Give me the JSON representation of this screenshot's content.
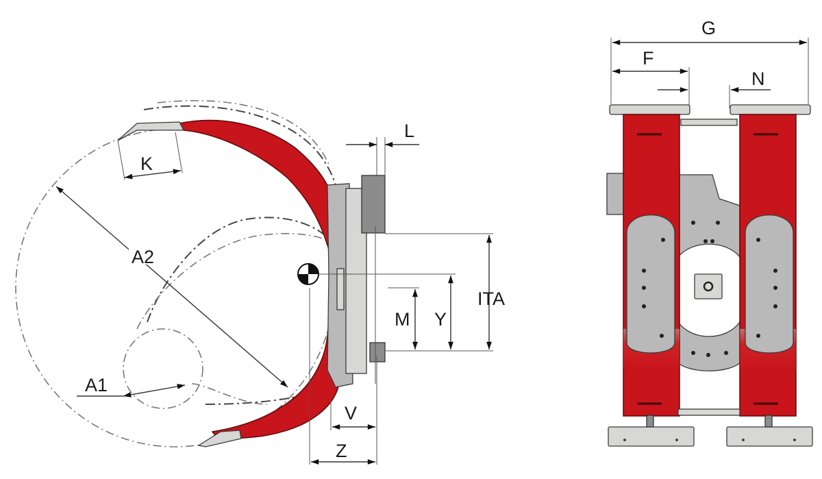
{
  "diagram": {
    "subject": "Rotating paper roll clamp — side view and front view",
    "side_view": {
      "labels": {
        "K": "K",
        "A2": "A2",
        "A1": "A1",
        "L": "L",
        "ITA": "ITA",
        "M": "M",
        "Y": "Y",
        "V": "V",
        "Z": "Z"
      },
      "symbols": [
        "center-of-gravity-marker"
      ]
    },
    "front_view": {
      "labels": {
        "G": "G",
        "F": "F",
        "N": "N"
      }
    },
    "colors": {
      "arm_red": "#c8141b",
      "frame_grey": "#b9b9b9",
      "pad_light_grey": "#d7d7d5",
      "line_dark": "#333333",
      "background": "#ffffff"
    }
  }
}
